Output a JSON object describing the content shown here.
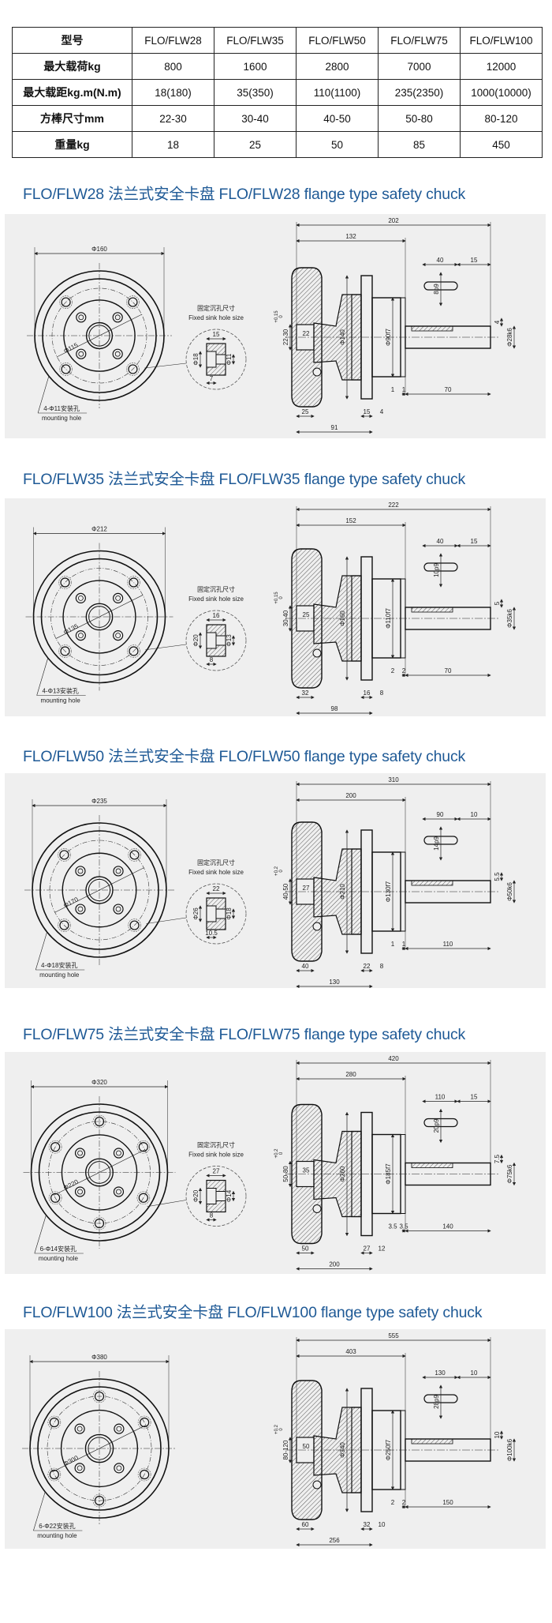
{
  "spec_table": {
    "header": [
      "型号",
      "FLO/FLW28",
      "FLO/FLW35",
      "FLO/FLW50",
      "FLO/FLW75",
      "FLO/FLW100"
    ],
    "rows": [
      [
        "最大载荷kg",
        "800",
        "1600",
        "2800",
        "7000",
        "12000"
      ],
      [
        "最大载距kg.m(N.m)",
        "18(180)",
        "35(350)",
        "110(1100)",
        "235(2350)",
        "1000(10000)"
      ],
      [
        "方棒尺寸mm",
        "22-30",
        "30-40",
        "40-50",
        "50-80",
        "80-120"
      ],
      [
        "重量kg",
        "18",
        "25",
        "50",
        "85",
        "450"
      ]
    ]
  },
  "common": {
    "sink_hole_cn": "固定沉孔尺寸",
    "sink_hole_en": "Fixed sink hole size",
    "mounting_hole_en": "mounting hole"
  },
  "sections": [
    {
      "heading": "FLO/FLW28 法兰式安全卡盘 FLO/FLW28 flange type safety chuck",
      "front": {
        "outer_dia": "Φ160",
        "bolt_circle": "Φ115",
        "mount_holes": "4-Φ11安装孔",
        "hole_count": 4
      },
      "sink": {
        "width": "15",
        "dia_big": "Φ18",
        "dia_small": "Φ11",
        "depth": "7"
      },
      "side": {
        "total": "202",
        "body": "132",
        "key_len": "40",
        "key_end": "15",
        "key_w": "8p9",
        "key_h": "4",
        "bar_range": "22-30",
        "tol_top": "+0.15",
        "tol_bot": "0",
        "bar_depth": "22",
        "dia_flange": "Φ140",
        "dia_pilot": "Φ90f7",
        "dia_shaft": "Φ28k6",
        "gap": "1",
        "shaft_len": "70",
        "jaw": "25",
        "flange_t": "15",
        "step": "4",
        "overall": "91"
      }
    },
    {
      "heading": "FLO/FLW35 法兰式安全卡盘 FLO/FLW35 flange type safety chuck",
      "front": {
        "outer_dia": "Φ212",
        "bolt_circle": "Φ135",
        "mount_holes": "4-Φ13安装孔",
        "hole_count": 4
      },
      "sink": {
        "width": "16",
        "dia_big": "Φ20",
        "dia_small": "Φ13",
        "depth": "8"
      },
      "side": {
        "total": "222",
        "body": "152",
        "key_len": "40",
        "key_end": "15",
        "key_w": "10p9",
        "key_h": "5",
        "bar_range": "30-40",
        "tol_top": "+0.15",
        "tol_bot": "0",
        "bar_depth": "25",
        "dia_flange": "Φ160",
        "dia_pilot": "Φ110f7",
        "dia_shaft": "Φ35k6",
        "gap": "2",
        "shaft_len": "70",
        "jaw": "32",
        "flange_t": "16",
        "step": "8",
        "overall": "98"
      }
    },
    {
      "heading": "FLO/FLW50 法兰式安全卡盘 FLO/FLW50 flange type safety chuck",
      "front": {
        "outer_dia": "Φ235",
        "bolt_circle": "Φ170",
        "mount_holes": "4-Φ18安装孔",
        "hole_count": 4
      },
      "sink": {
        "width": "22",
        "dia_big": "Φ26",
        "dia_small": "Φ18",
        "depth": "10.5"
      },
      "side": {
        "total": "310",
        "body": "200",
        "key_len": "90",
        "key_end": "10",
        "key_w": "14p9",
        "key_h": "5.5",
        "bar_range": "40-50",
        "tol_top": "+0.2",
        "tol_bot": "0",
        "bar_depth": "27",
        "dia_flange": "Φ210",
        "dia_pilot": "Φ130f7",
        "dia_shaft": "Φ50k6",
        "gap": "1",
        "shaft_len": "110",
        "jaw": "40",
        "flange_t": "22",
        "step": "8",
        "overall": "130"
      }
    },
    {
      "heading": "FLO/FLW75 法兰式安全卡盘 FLO/FLW75 flange type safety chuck",
      "front": {
        "outer_dia": "Φ320",
        "bolt_circle": "Φ220",
        "mount_holes": "6-Φ14安装孔",
        "hole_count": 6
      },
      "sink": {
        "width": "27",
        "dia_big": "Φ20",
        "dia_small": "Φ14",
        "depth": "8"
      },
      "side": {
        "total": "420",
        "body": "280",
        "key_len": "110",
        "key_end": "15",
        "key_w": "20p9",
        "key_h": "7.5",
        "bar_range": "50-80",
        "tol_top": "+0.2",
        "tol_bot": "0",
        "bar_depth": "35",
        "dia_flange": "Φ260",
        "dia_pilot": "Φ185f7",
        "dia_shaft": "Φ75k6",
        "gap": "3.5",
        "shaft_len": "140",
        "jaw": "50",
        "flange_t": "27",
        "step": "12",
        "overall": "200"
      }
    },
    {
      "heading": "FLO/FLW100 法兰式安全卡盘 FLO/FLW100 flange type safety chuck",
      "front": {
        "outer_dia": "Φ380",
        "bolt_circle": "Φ300",
        "mount_holes": "6-Φ22安装孔",
        "hole_count": 6
      },
      "sink": null,
      "side": {
        "total": "555",
        "body": "403",
        "key_len": "130",
        "key_end": "10",
        "key_w": "28p9",
        "key_h": "10",
        "bar_range": "80-120",
        "tol_top": "+0.2",
        "tol_bot": "0",
        "bar_depth": "50",
        "dia_flange": "Φ340",
        "dia_pilot": "Φ250f7",
        "dia_shaft": "Φ100k6",
        "gap": "2",
        "shaft_len": "150",
        "jaw": "60",
        "flange_t": "32",
        "step": "10",
        "overall": "256"
      }
    }
  ]
}
